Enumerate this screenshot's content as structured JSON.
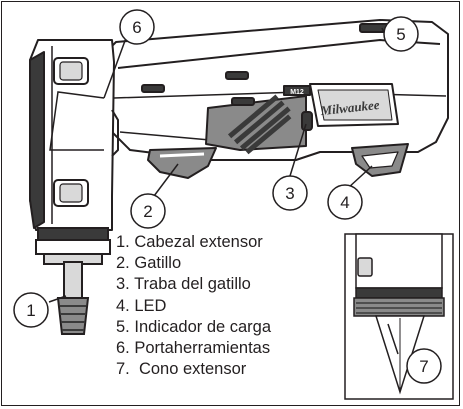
{
  "callouts": [
    {
      "number": "1"
    },
    {
      "number": "2"
    },
    {
      "number": "3"
    },
    {
      "number": "4"
    },
    {
      "number": "5"
    },
    {
      "number": "6"
    },
    {
      "number": "7"
    }
  ],
  "legend": [
    {
      "number": "1.",
      "label": "Cabezal extensor"
    },
    {
      "number": "2.",
      "label": "Gatillo"
    },
    {
      "number": "3.",
      "label": "Traba del gatillo"
    },
    {
      "number": "4.",
      "label": "LED"
    },
    {
      "number": "5.",
      "label": "Indicador de carga"
    },
    {
      "number": "6.",
      "label": "Portaherramientas"
    },
    {
      "number": "7.",
      "label": " Cono extensor"
    }
  ],
  "brand_logo": "Milwaukee",
  "model_badge": "M12",
  "colors": {
    "line": "#231f20",
    "fill_dark": "#3a3a3a",
    "fill_mid": "#8a8a8a",
    "fill_light": "#d9d9d9"
  }
}
